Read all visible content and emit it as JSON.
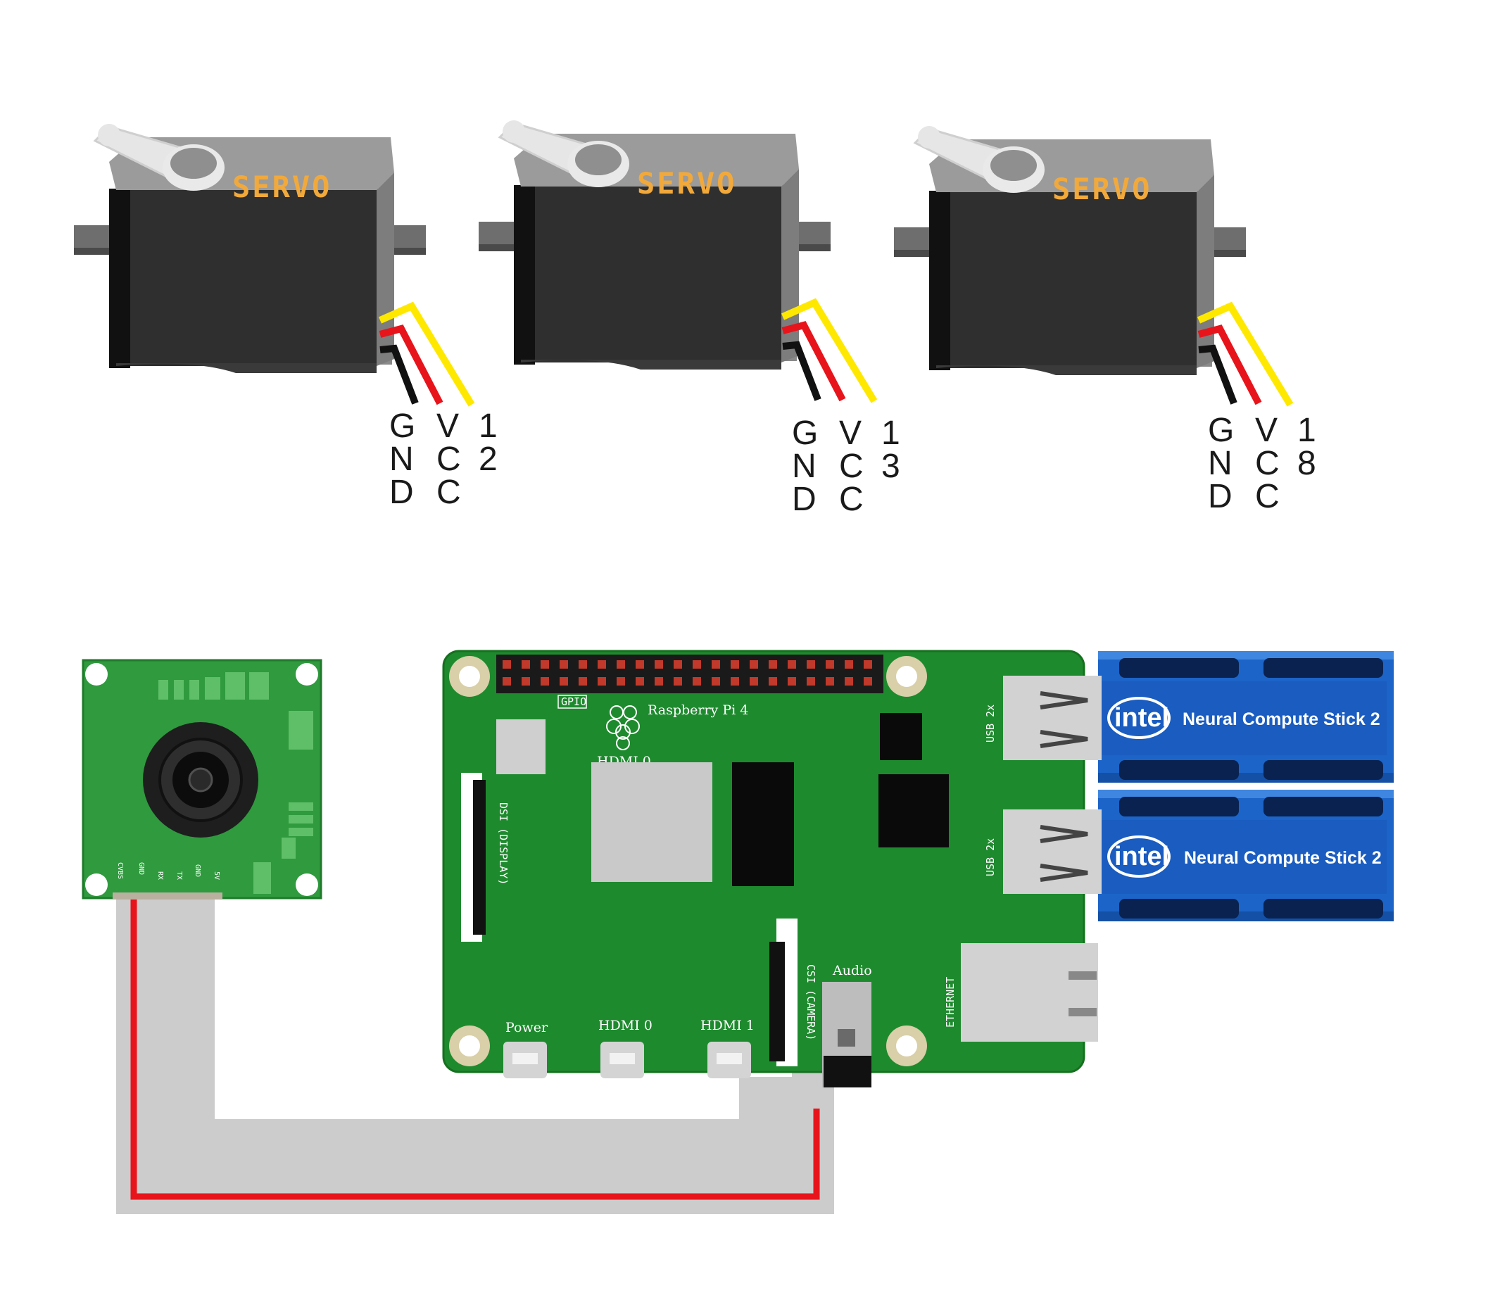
{
  "servos": [
    {
      "label": "SERVO",
      "pins": {
        "gnd": [
          "G",
          "N",
          "D"
        ],
        "vcc": [
          "V",
          "C",
          "C"
        ],
        "signal": [
          "1",
          "2"
        ]
      }
    },
    {
      "label": "SERVO",
      "pins": {
        "gnd": [
          "G",
          "N",
          "D"
        ],
        "vcc": [
          "V",
          "C",
          "C"
        ],
        "signal": [
          "1",
          "3"
        ]
      }
    },
    {
      "label": "SERVO",
      "pins": {
        "gnd": [
          "G",
          "N",
          "D"
        ],
        "vcc": [
          "V",
          "C",
          "C"
        ],
        "signal": [
          "1",
          "8"
        ]
      }
    }
  ],
  "camera": {
    "pin_labels": [
      "CVBS",
      "GND",
      "RX",
      "TX",
      "GND",
      "5V"
    ]
  },
  "raspberry_pi": {
    "title": "Raspberry Pi 4",
    "gpio_label": "GPIO",
    "hdmi_chip_label": "HDMI 0",
    "dsi_label": "DSI (DISPLAY)",
    "csi_label": "CSI (CAMERA)",
    "audio_label": "Audio",
    "power_label": "Power",
    "hdmi0_label": "HDMI 0",
    "hdmi1_label": "HDMI 1",
    "usb_label_top": "USB 2x",
    "usb_label_bottom": "USB 2x",
    "ethernet_label": "ETHERNET"
  },
  "sticks": [
    {
      "brand": "intel",
      "name": "Neural Compute Stick 2"
    },
    {
      "brand": "intel",
      "name": "Neural Compute Stick 2"
    }
  ],
  "colors": {
    "pcb": "#1e8a2e",
    "camera_pcb": "#2f9a3e",
    "servo_body": "#333333",
    "servo_top": "#9b9b9b",
    "servo_label": "#f2a93b",
    "wire_signal": "#ffe800",
    "wire_vcc": "#e8141b",
    "wire_gnd": "#111111",
    "cable": "#cccccc",
    "cable_stripe": "#e8141b",
    "stick_blue": "#1c64c8"
  }
}
